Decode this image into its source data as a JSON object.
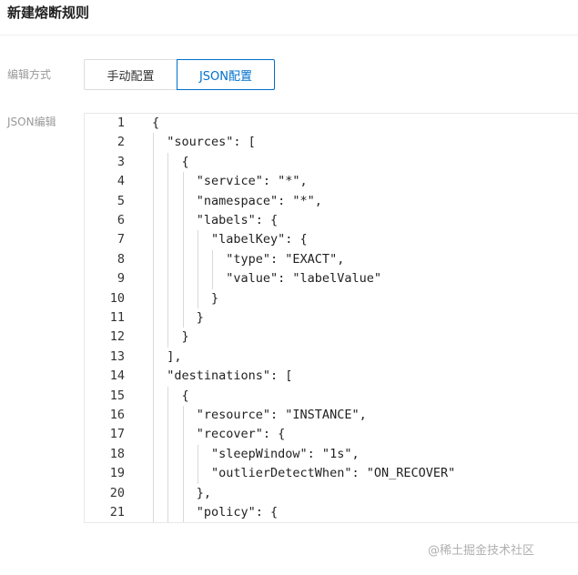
{
  "page": {
    "title": "新建熔断规则"
  },
  "form": {
    "mode_label": "编辑方式",
    "json_label": "JSON编辑",
    "mode_options": [
      "手动配置",
      "JSON配置"
    ],
    "mode_selected": "JSON配置"
  },
  "editor": {
    "lines": [
      {
        "no": "1",
        "text": "{"
      },
      {
        "no": "2",
        "text": "  \"sources\": ["
      },
      {
        "no": "3",
        "text": "    {"
      },
      {
        "no": "4",
        "text": "      \"service\": \"*\","
      },
      {
        "no": "5",
        "text": "      \"namespace\": \"*\","
      },
      {
        "no": "6",
        "text": "      \"labels\": {"
      },
      {
        "no": "7",
        "text": "        \"labelKey\": {"
      },
      {
        "no": "8",
        "text": "          \"type\": \"EXACT\","
      },
      {
        "no": "9",
        "text": "          \"value\": \"labelValue\""
      },
      {
        "no": "10",
        "text": "        }"
      },
      {
        "no": "11",
        "text": "      }"
      },
      {
        "no": "12",
        "text": "    }"
      },
      {
        "no": "13",
        "text": "  ],"
      },
      {
        "no": "14",
        "text": "  \"destinations\": ["
      },
      {
        "no": "15",
        "text": "    {"
      },
      {
        "no": "16",
        "text": "      \"resource\": \"INSTANCE\","
      },
      {
        "no": "17",
        "text": "      \"recover\": {"
      },
      {
        "no": "18",
        "text": "        \"sleepWindow\": \"1s\","
      },
      {
        "no": "19",
        "text": "        \"outlierDetectWhen\": \"ON_RECOVER\""
      },
      {
        "no": "20",
        "text": "      },"
      },
      {
        "no": "21",
        "text": "      \"policy\": {"
      }
    ]
  },
  "watermark": "@稀土掘金技术社区"
}
